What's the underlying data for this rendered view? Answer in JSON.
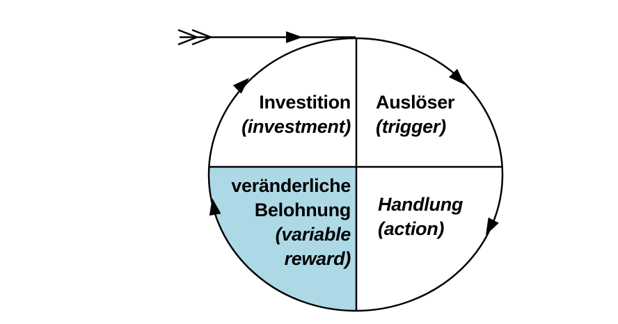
{
  "diagram": {
    "type": "cycle",
    "direction": "clockwise",
    "colors": {
      "background": "#ffffff",
      "line": "#000000",
      "text": "#000000",
      "highlight_fill": "#add9e6"
    },
    "quadrants": {
      "top_right": {
        "id": "trigger",
        "highlighted": false,
        "lines": [
          "Auslöser",
          "(trigger)"
        ]
      },
      "bottom_right": {
        "id": "action",
        "highlighted": false,
        "lines": [
          "Handlung",
          "(action)"
        ]
      },
      "bottom_left": {
        "id": "variable-reward",
        "highlighted": true,
        "lines": [
          "veränderliche",
          "Belohnung",
          "(variable",
          "reward)"
        ]
      },
      "top_left": {
        "id": "investment",
        "highlighted": false,
        "lines": [
          "Investition",
          "(investment)"
        ]
      }
    }
  }
}
